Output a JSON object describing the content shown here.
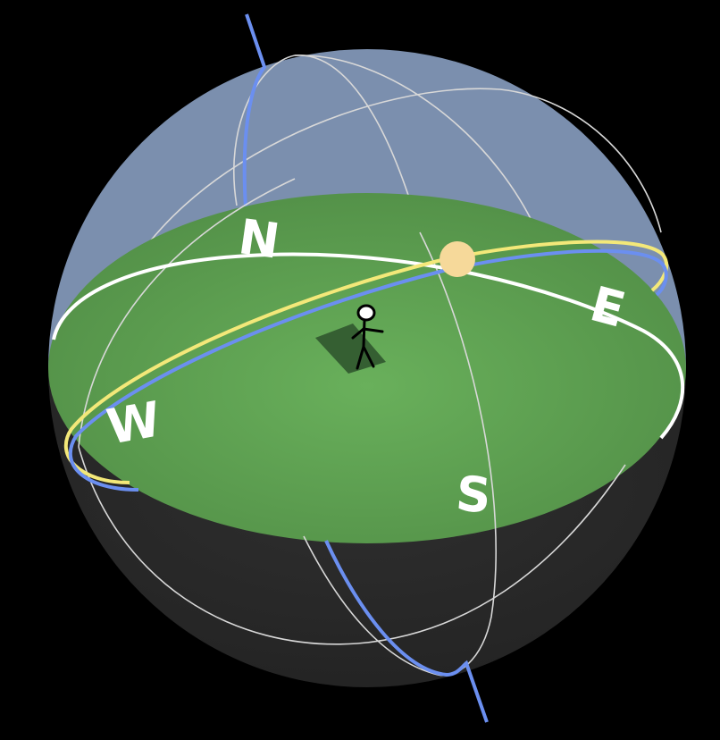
{
  "colors": {
    "background": "#000000",
    "sky_upper": "#7b8fae",
    "ground": "#5a9a4f",
    "ground_center": "#67ad59",
    "lower_hemisphere": "#2a2a2a",
    "horizon_ring": "#ffffff",
    "sun_path": "#f3e879",
    "celestial_equator": "#6b8ff0",
    "grid_lines": "#d8d8d8",
    "sun": "#f6d99a",
    "shadow": "#355f32",
    "person": "#000000"
  },
  "compass": {
    "north": "N",
    "east": "E",
    "south": "S",
    "west": "W"
  },
  "icons": {
    "sun": "sun-icon",
    "observer": "stick-figure-icon"
  }
}
